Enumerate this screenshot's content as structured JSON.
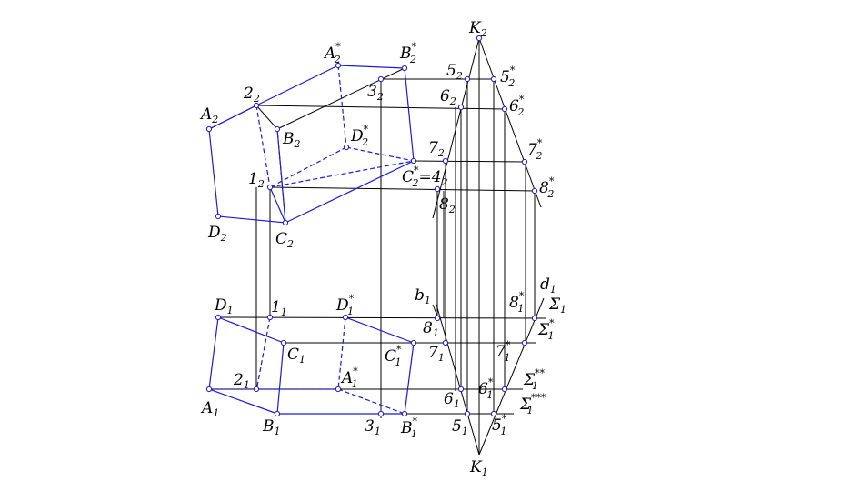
{
  "colors": {
    "background": "#ffffff",
    "construction_line": "#000000",
    "figure_line": "#1a1ad6",
    "point": "#1a1ad6"
  },
  "labels": {
    "K2": {
      "base": "K",
      "sub": "2",
      "sup": ""
    },
    "A2s": {
      "base": "A",
      "sub": "2",
      "sup": "*"
    },
    "B2s": {
      "base": "B",
      "sub": "2",
      "sup": "*"
    },
    "p5_2": {
      "base": "5",
      "sub": "2",
      "sup": ""
    },
    "p5_2s": {
      "base": "5",
      "sub": "2",
      "sup": "*"
    },
    "p2_2": {
      "base": "2",
      "sub": "2",
      "sup": ""
    },
    "p3_2": {
      "base": "3",
      "sub": "2",
      "sup": ""
    },
    "p6_2": {
      "base": "6",
      "sub": "2",
      "sup": ""
    },
    "p6_2s": {
      "base": "6",
      "sub": "2",
      "sup": "*"
    },
    "A2": {
      "base": "A",
      "sub": "2",
      "sup": ""
    },
    "B2": {
      "base": "B",
      "sub": "2",
      "sup": ""
    },
    "D2s": {
      "base": "D",
      "sub": "2",
      "sup": "*"
    },
    "p7_2": {
      "base": "7",
      "sub": "2",
      "sup": ""
    },
    "p7_2s": {
      "base": "7",
      "sub": "2",
      "sup": "*"
    },
    "p1_2": {
      "base": "1",
      "sub": "2",
      "sup": ""
    },
    "C2s4": {
      "base": "C",
      "sub": "2",
      "sup": "*",
      "tail": "=4",
      "tail_sub": "2"
    },
    "p8_2s": {
      "base": "8",
      "sub": "2",
      "sup": "*"
    },
    "p8_2": {
      "base": "8",
      "sub": "2",
      "sup": ""
    },
    "D2": {
      "base": "D",
      "sub": "2",
      "sup": ""
    },
    "C2": {
      "base": "C",
      "sub": "2",
      "sup": ""
    },
    "b1": {
      "base": "b",
      "sub": "1",
      "sup": ""
    },
    "d1": {
      "base": "d",
      "sub": "1",
      "sup": ""
    },
    "D1": {
      "base": "D",
      "sub": "1",
      "sup": ""
    },
    "p1_1": {
      "base": "1",
      "sub": "1",
      "sup": ""
    },
    "D1s": {
      "base": "D",
      "sub": "1",
      "sup": "*"
    },
    "p8_1s": {
      "base": "8",
      "sub": "1",
      "sup": "*"
    },
    "S1": {
      "base": "Σ",
      "sub": "1",
      "sup": ""
    },
    "p8_1": {
      "base": "8",
      "sub": "1",
      "sup": ""
    },
    "S1s": {
      "base": "Σ",
      "sub": "1",
      "sup": "*"
    },
    "C1": {
      "base": "C",
      "sub": "1",
      "sup": ""
    },
    "C1s": {
      "base": "C",
      "sub": "1",
      "sup": "*"
    },
    "p7_1": {
      "base": "7",
      "sub": "1",
      "sup": ""
    },
    "p7_1s": {
      "base": "7",
      "sub": "1",
      "sup": "*"
    },
    "p2_1": {
      "base": "2",
      "sub": "1",
      "sup": ""
    },
    "A1s": {
      "base": "A",
      "sub": "1",
      "sup": "*"
    },
    "S1ss": {
      "base": "Σ",
      "sub": "1",
      "sup": "**"
    },
    "p6_1": {
      "base": "6",
      "sub": "1",
      "sup": ""
    },
    "p6_1s": {
      "base": "6",
      "sub": "1",
      "sup": "*"
    },
    "A1": {
      "base": "A",
      "sub": "1",
      "sup": ""
    },
    "S1sss": {
      "base": "Σ",
      "sub": "1",
      "sup": "***"
    },
    "B1": {
      "base": "B",
      "sub": "1",
      "sup": ""
    },
    "p3_1": {
      "base": "3",
      "sub": "1",
      "sup": ""
    },
    "B1s": {
      "base": "B",
      "sub": "1",
      "sup": "*"
    },
    "p5_1": {
      "base": "5",
      "sub": "1",
      "sup": ""
    },
    "p5_1s": {
      "base": "5",
      "sub": "1",
      "sup": "*"
    },
    "K1": {
      "base": "K",
      "sub": "1",
      "sup": ""
    }
  }
}
